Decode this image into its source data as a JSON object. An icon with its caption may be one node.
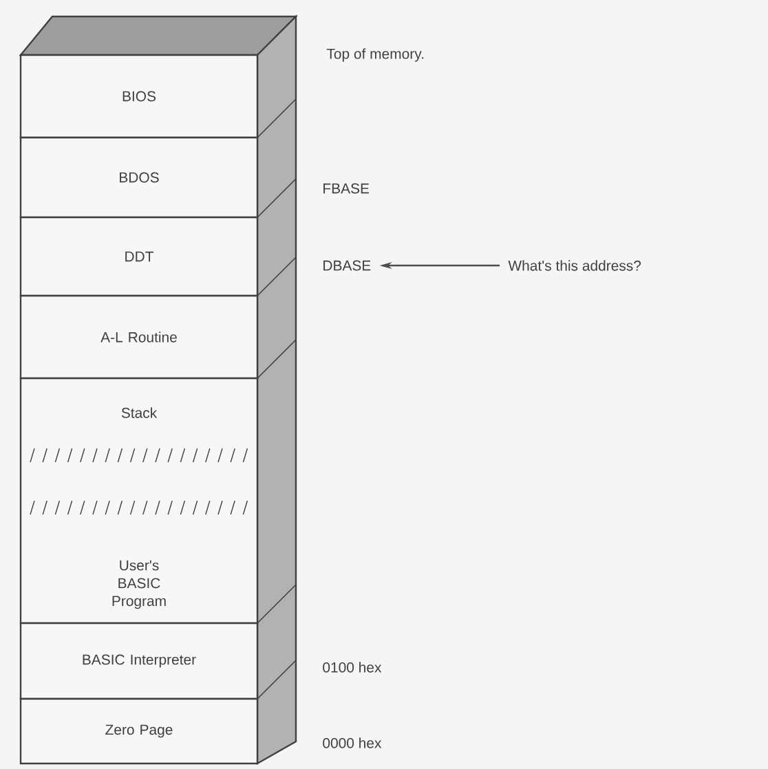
{
  "diagram": {
    "nodes": [
      {
        "text": [
          "BIOS"
        ]
      },
      {
        "text": [
          "BDOS"
        ]
      },
      {
        "text": [
          "DDT"
        ]
      },
      {
        "text": [
          "A-L Routine"
        ]
      },
      {
        "text": [
          "Stack",
          "User's BASIC Program"
        ]
      },
      {
        "text": [
          "BASIC Interpreter"
        ]
      },
      {
        "text": [
          "Zero Page"
        ]
      },
      {
        "text": [
          "DBASE"
        ]
      },
      {
        "text": [
          "What's this address?"
        ]
      }
    ],
    "edges": [
      {
        "from": 8,
        "to": 7,
        "arrow": "to"
      }
    ],
    "labels": [
      "Top of memory.",
      "FBASE",
      "0100 hex",
      "0000 hex"
    ]
  }
}
